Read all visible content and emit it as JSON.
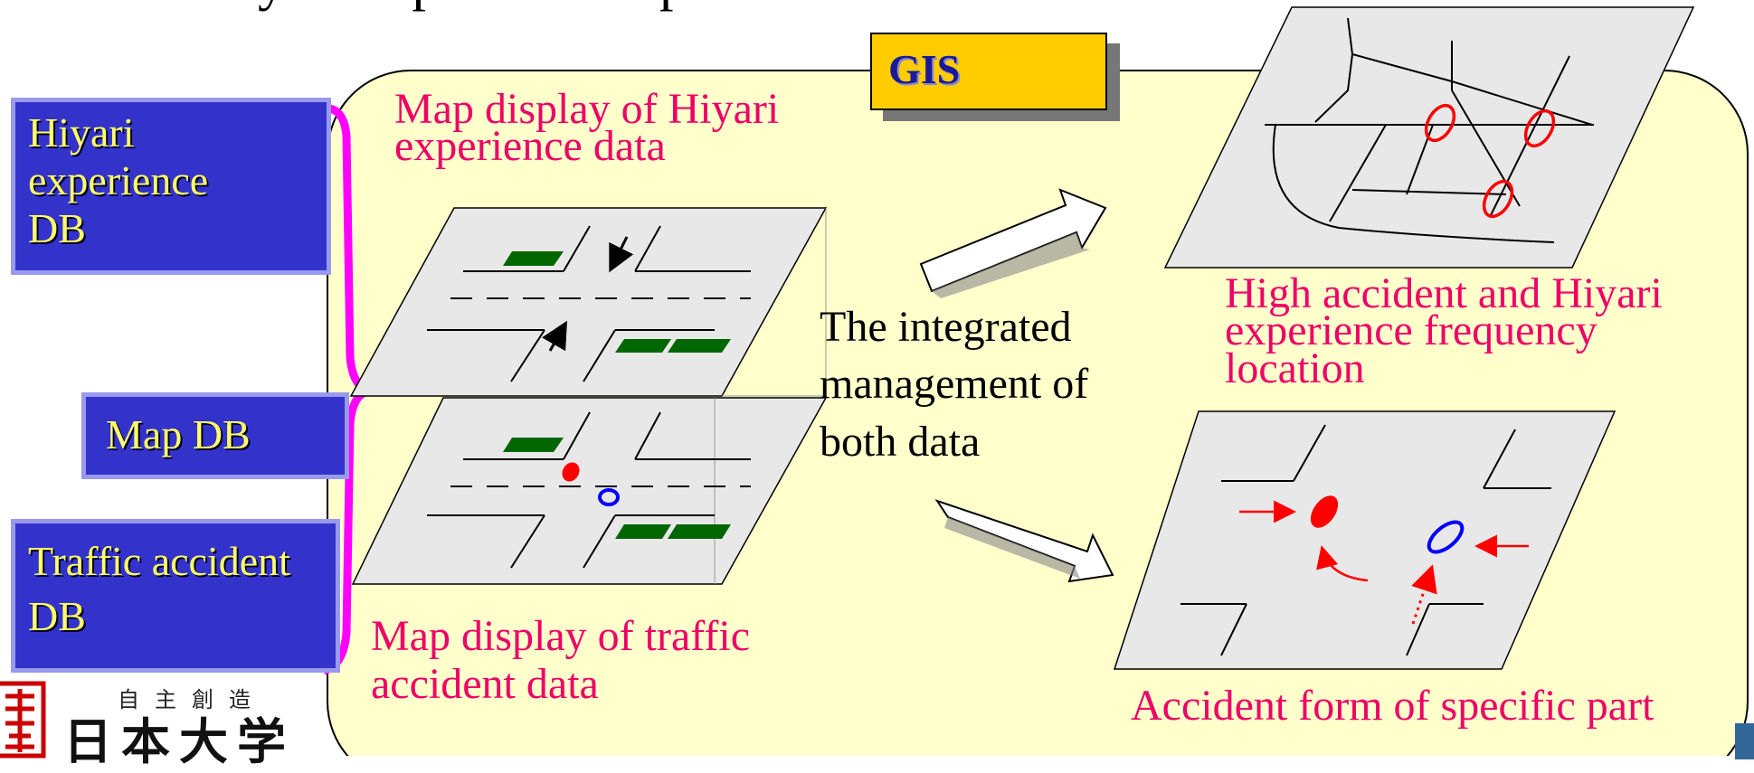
{
  "title": "and Hiyari experience reports",
  "gis_label": "GIS",
  "db_boxes": {
    "hiyari": [
      "Hiyari",
      "experience",
      "DB"
    ],
    "map": "Map DB",
    "traffic": [
      "Traffic accident",
      "DB"
    ]
  },
  "labels": {
    "hiyari_map": [
      "Map display of Hiyari",
      "experience data"
    ],
    "traffic_map": [
      "Map display of traffic",
      "accident data"
    ],
    "integrated": [
      "The integrated",
      "management of",
      "both data"
    ],
    "high_freq": [
      "High accident and Hiyari",
      "experience  frequency",
      "location"
    ],
    "accident_form": "Accident form of specific part"
  },
  "logo": {
    "small": "自主創造",
    "big": "日本大学"
  },
  "colors": {
    "panel": "#ffffcc",
    "db_box": "#3333cc",
    "db_text": "#ffff66",
    "gis": "#ffcc00",
    "accent_text": "#ee0066",
    "brace": "#ff00ff",
    "marker_red": "#ff0000",
    "marker_blue": "#0000ff",
    "vehicle": "#006600",
    "map_plane": "#e8e8e8"
  }
}
